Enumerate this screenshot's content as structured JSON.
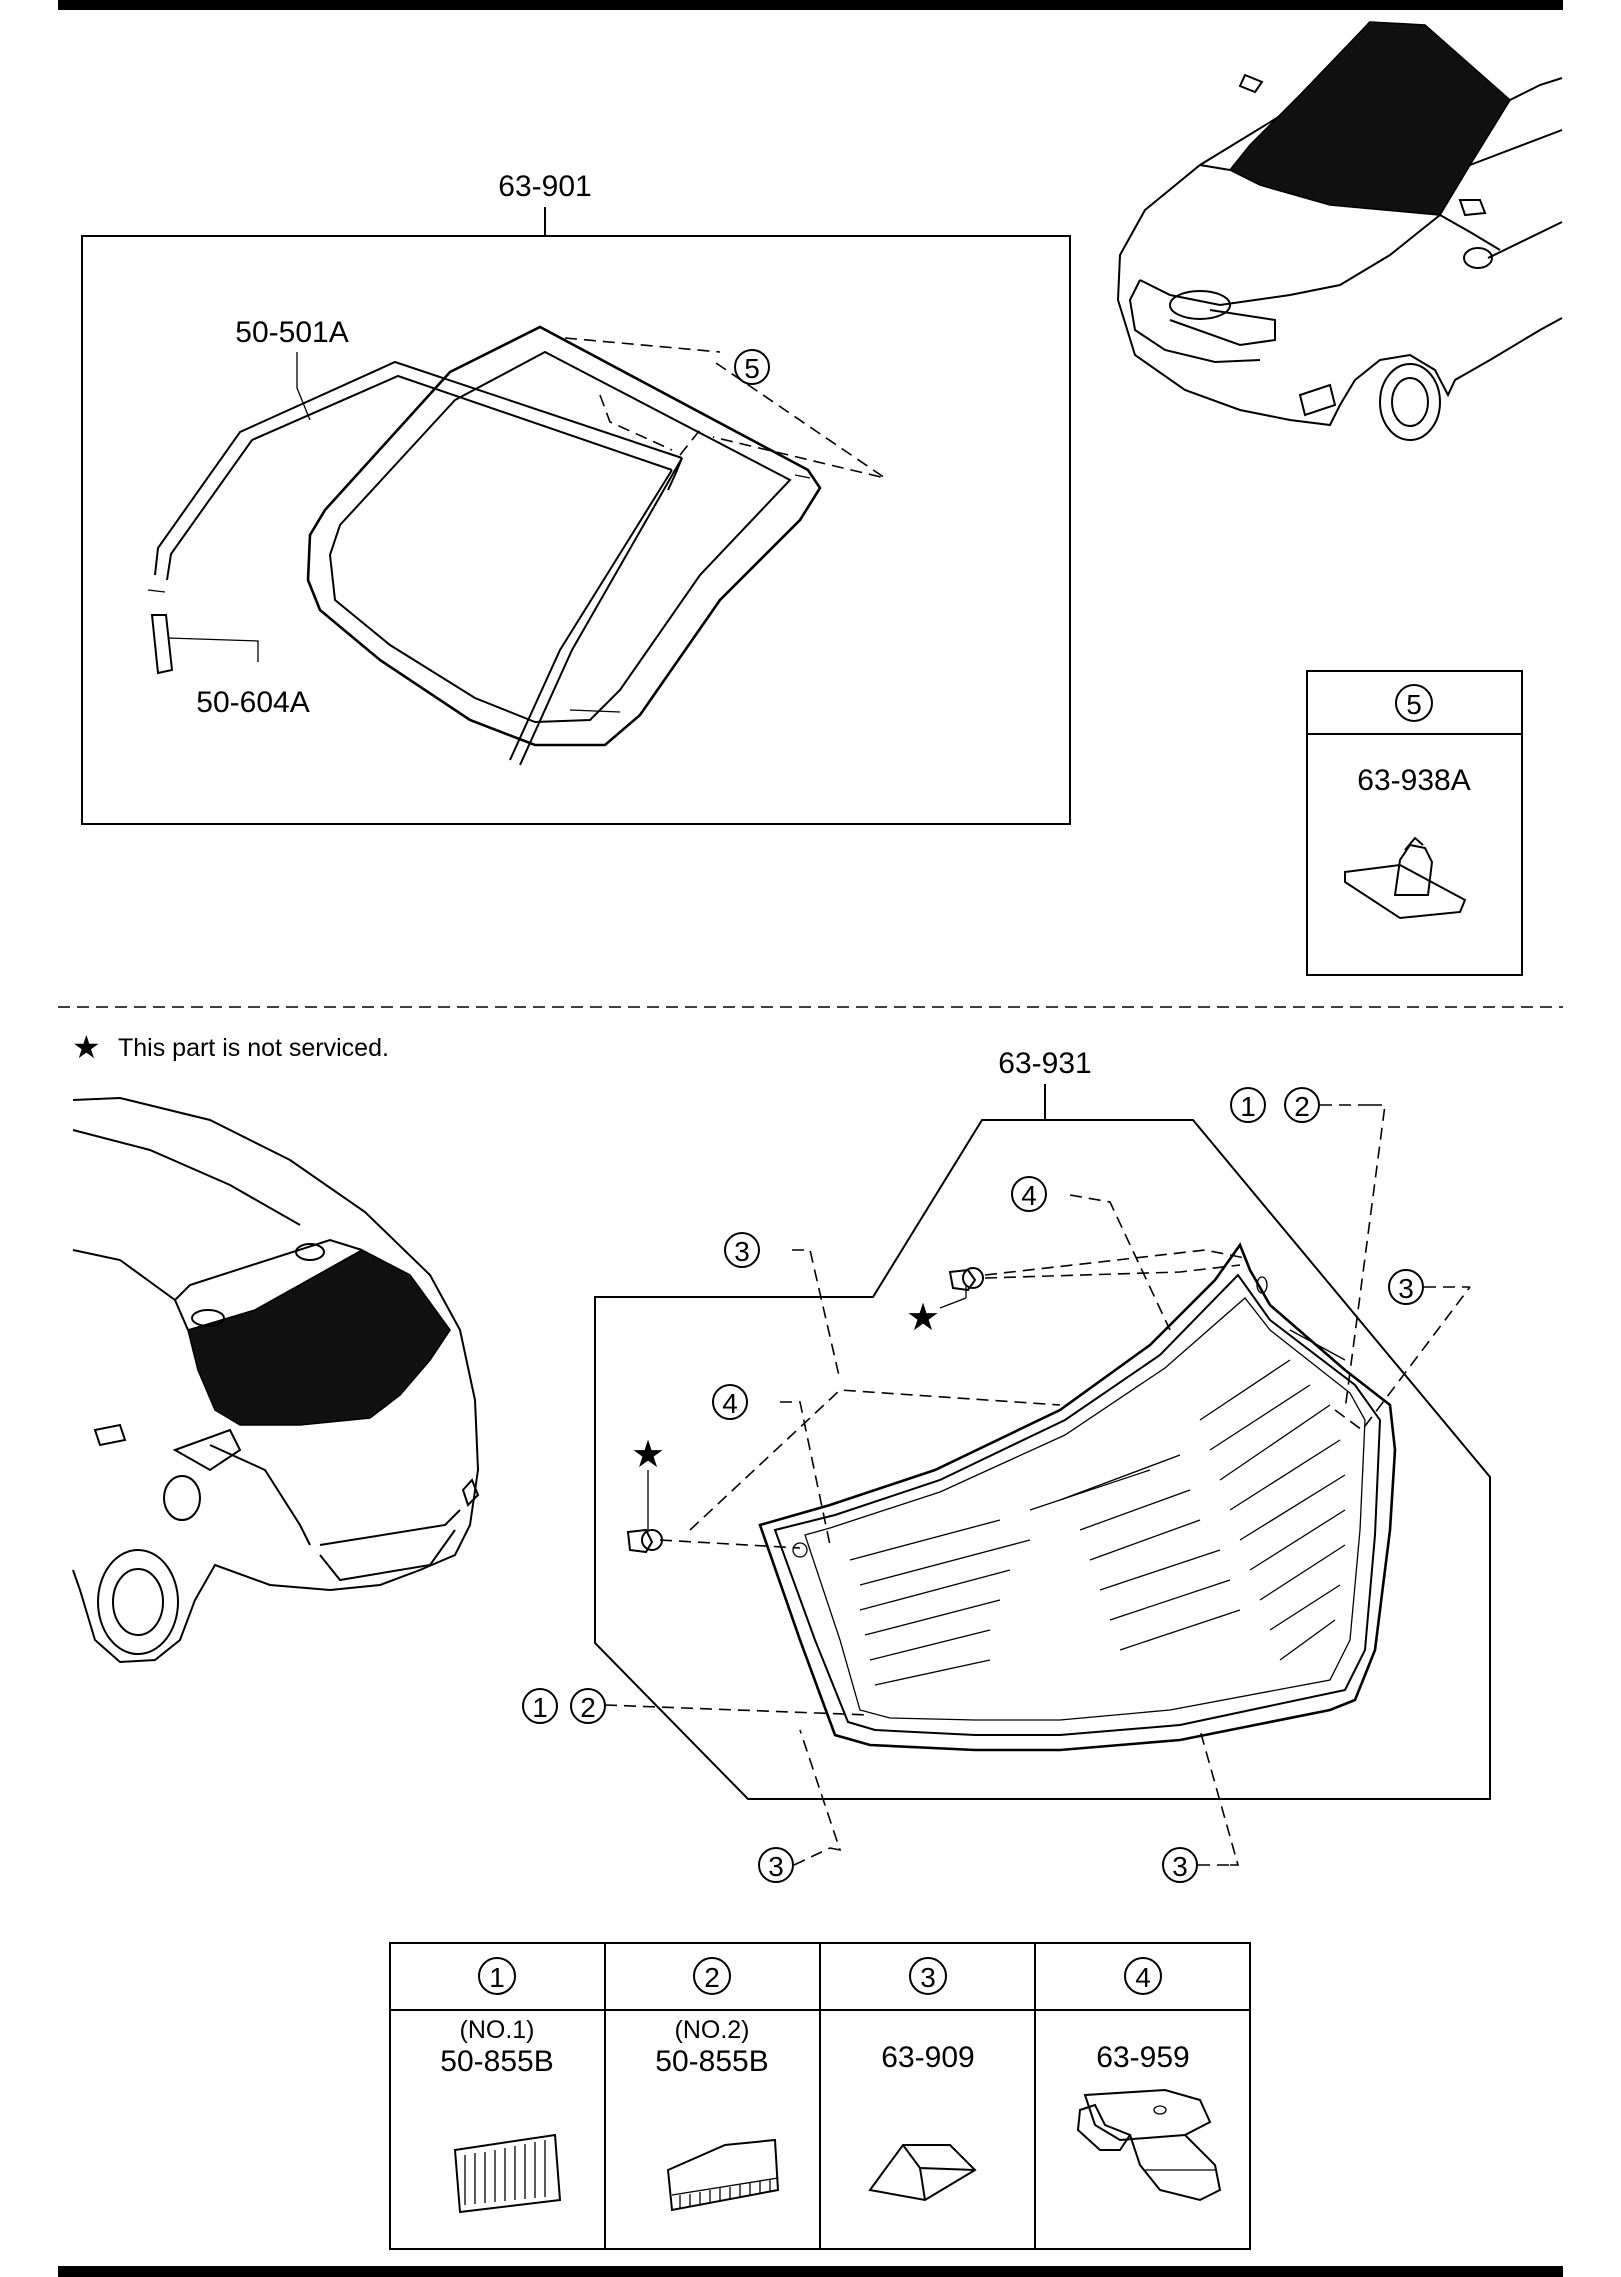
{
  "windshield": {
    "assembly_label": "63-901",
    "molding_label": "50-501A",
    "trim_label": "50-604A",
    "callout": "5"
  },
  "clip_box": {
    "callout": "5",
    "part": "63-938A"
  },
  "note": {
    "star": "★",
    "text": "This part is not serviced."
  },
  "rear_glass": {
    "assembly_label": "63-931",
    "callouts": {
      "one": "1",
      "two": "2",
      "three": "3",
      "four": "4"
    },
    "star": "★"
  },
  "parts_table": [
    {
      "callout": "1",
      "sub": "(NO.1)",
      "part": "50-855B"
    },
    {
      "callout": "2",
      "sub": "(NO.2)",
      "part": "50-855B"
    },
    {
      "callout": "3",
      "sub": "",
      "part": "63-909"
    },
    {
      "callout": "4",
      "sub": "",
      "part": "63-959"
    }
  ],
  "icons": [
    "windshield-glass-icon",
    "front-car-icon",
    "rear-car-icon",
    "rear-glass-icon",
    "clip-icon",
    "dam-icon",
    "spacer-icon",
    "fastener-icon"
  ],
  "colors": {
    "ink": "#000000",
    "paper": "#ffffff"
  }
}
